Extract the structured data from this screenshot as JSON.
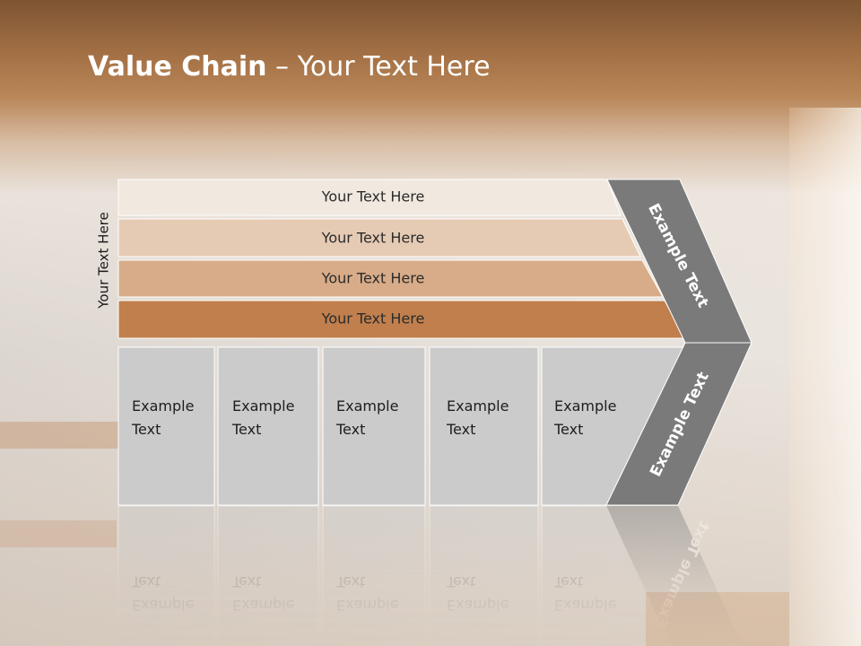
{
  "slide": {
    "title_bold": "Value Chain",
    "title_rest": " – Your Text Here",
    "side_label": "Your Text Here"
  },
  "bands": [
    {
      "label": "Your Text Here",
      "color": "#f1e8df"
    },
    {
      "label": "Your Text Here",
      "color": "#e6cbb4"
    },
    {
      "label": "Your Text Here",
      "color": "#d8ac88"
    },
    {
      "label": "Your Text Here",
      "color": "#c07f4d"
    }
  ],
  "boxes": [
    {
      "line1": "Example",
      "line2": "Text"
    },
    {
      "line1": "Example",
      "line2": "Text"
    },
    {
      "line1": "Example",
      "line2": "Text"
    },
    {
      "line1": "Example",
      "line2": "Text"
    },
    {
      "line1": "Example",
      "line2": "Text"
    }
  ],
  "chevron": {
    "upper_label": "Example Text",
    "lower_label": "Example Text",
    "color": "#7a7a7a"
  },
  "colors": {
    "box_fill": "#cbcbcb",
    "box_stroke": "#ffffff",
    "title_color": "#ffffff"
  }
}
